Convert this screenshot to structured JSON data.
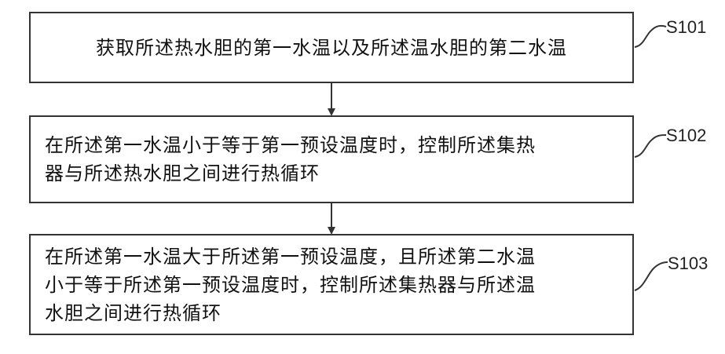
{
  "steps": [
    {
      "id": "S101",
      "text": "获取所述热水胆的第一水温以及所述温水胆的第二水温"
    },
    {
      "id": "S102",
      "text": "在所述第一水温小于等于第一预设温度时，控制所述集热\n器与所述热水胆之间进行热循环"
    },
    {
      "id": "S103",
      "text": "在所述第一水温大于所述第一预设温度，且所述第二水温\n小于等于所述第一预设温度时，控制所述集热器与所述温\n水胆之间进行热循环"
    }
  ]
}
